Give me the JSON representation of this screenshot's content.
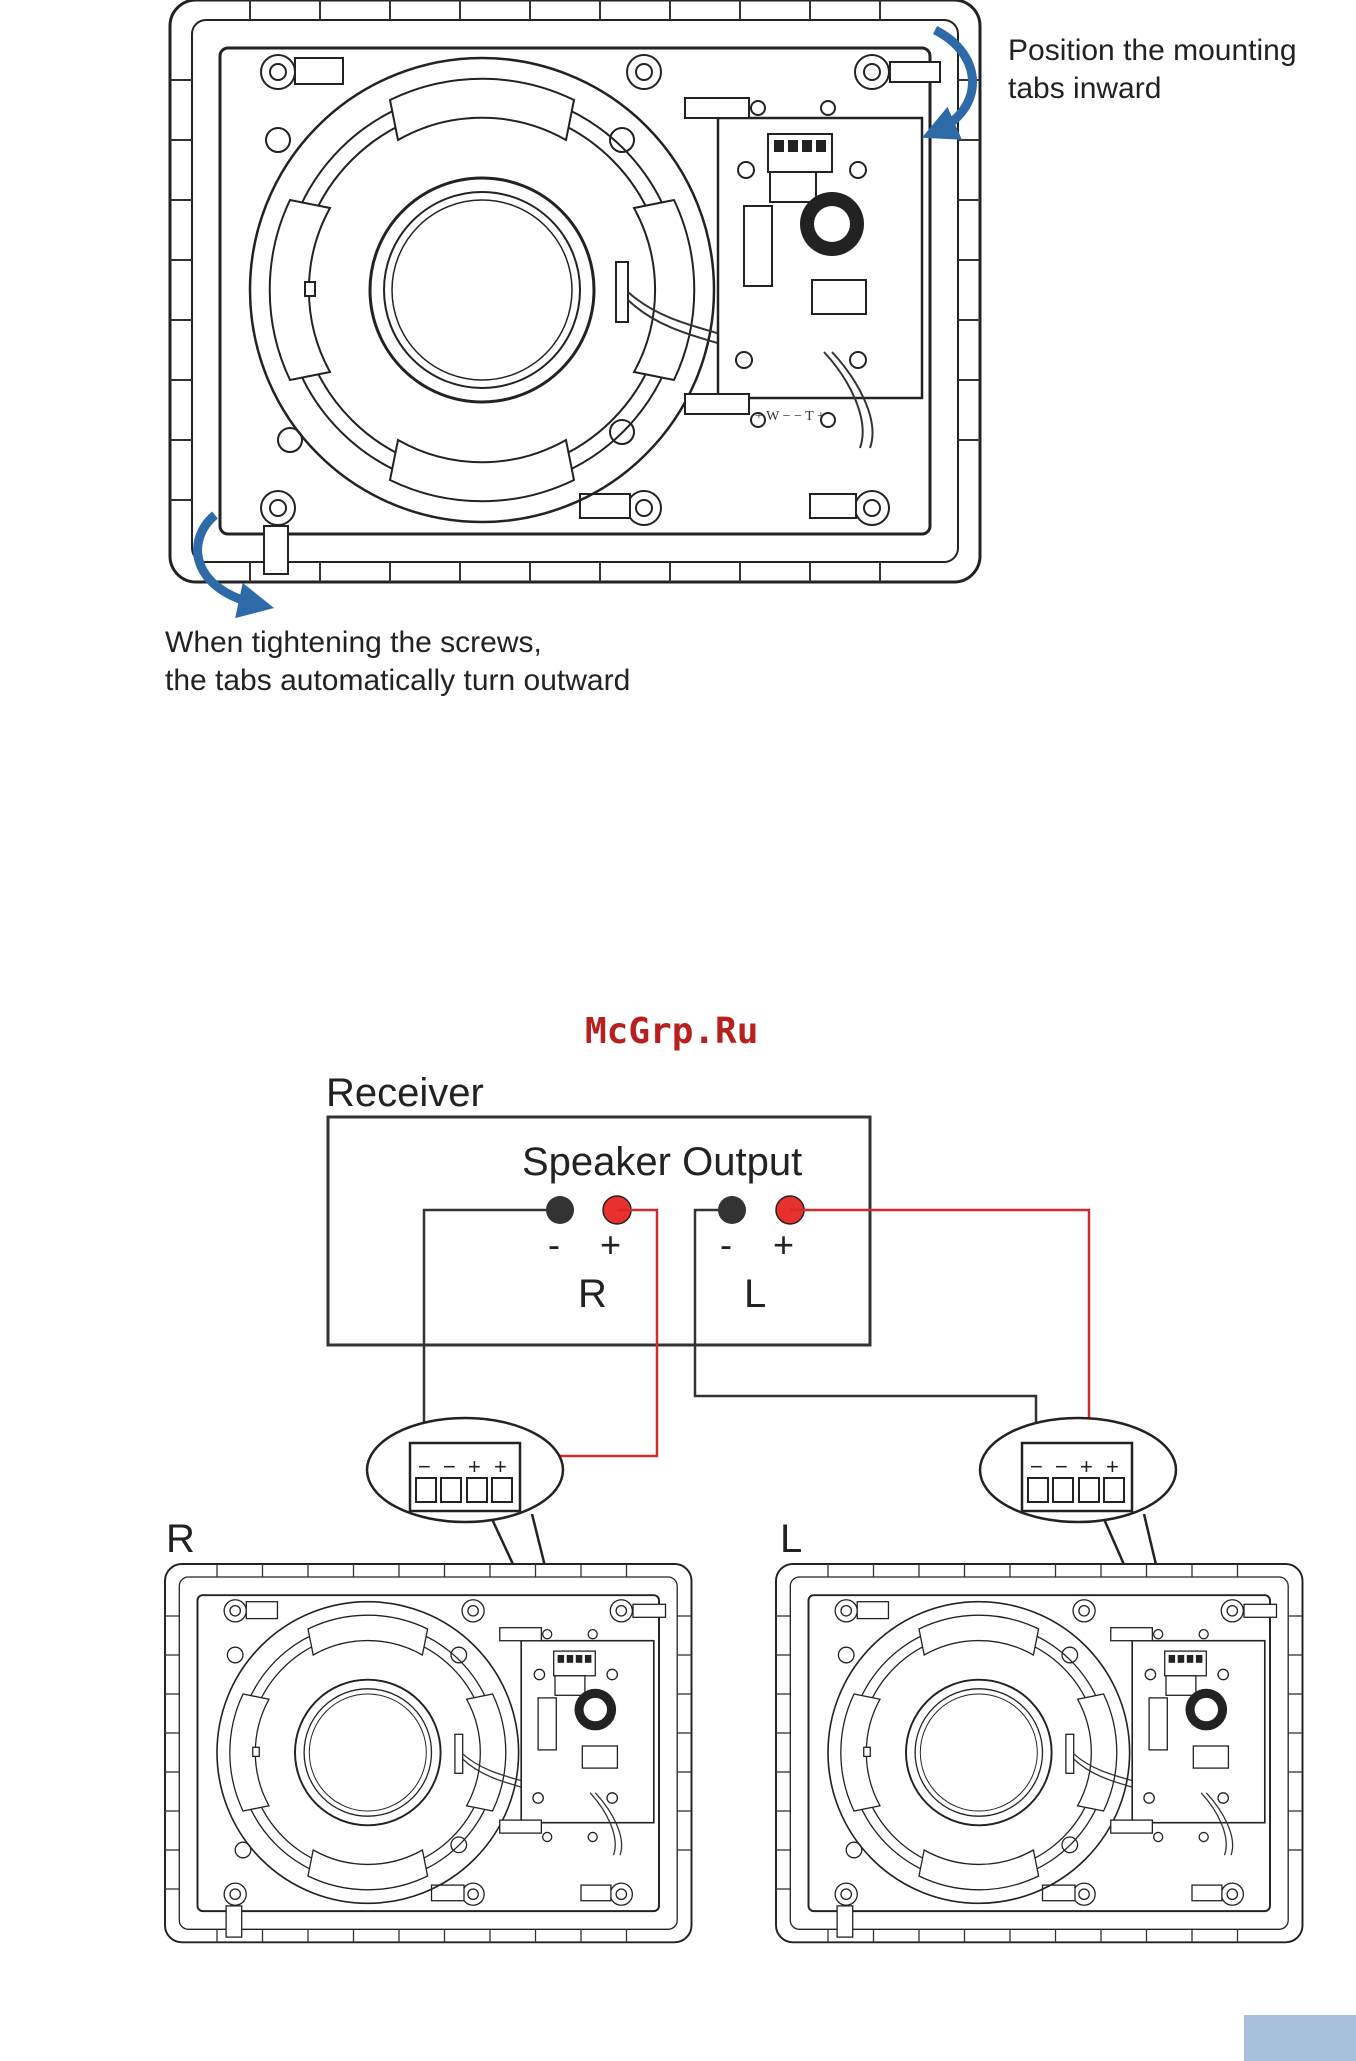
{
  "top_diagram": {
    "callout_inward": [
      "Position the mounting",
      "tabs inward"
    ],
    "callout_outward": [
      "When tightening the screws,",
      "the tabs automatically turn outward"
    ],
    "pcb_marks": "+ W −   − T +"
  },
  "watermark": "McGrp.Ru",
  "wiring": {
    "receiver_label": "Receiver",
    "speaker_output_label": "Speaker Output",
    "minus": "-",
    "plus": "+",
    "channel_r": "R",
    "channel_l": "L",
    "speaker_r_label": "R",
    "speaker_l_label": "L",
    "terminal_marks": [
      "−",
      "−",
      "+",
      "+"
    ]
  },
  "colors": {
    "accent_blue": "#2f6aa8",
    "wire_red": "#d42a2a",
    "terminal_red": "#e8312f",
    "terminal_black": "#333333",
    "watermark_red": "#b8201f",
    "corner_tab": "#a9c0dc"
  }
}
